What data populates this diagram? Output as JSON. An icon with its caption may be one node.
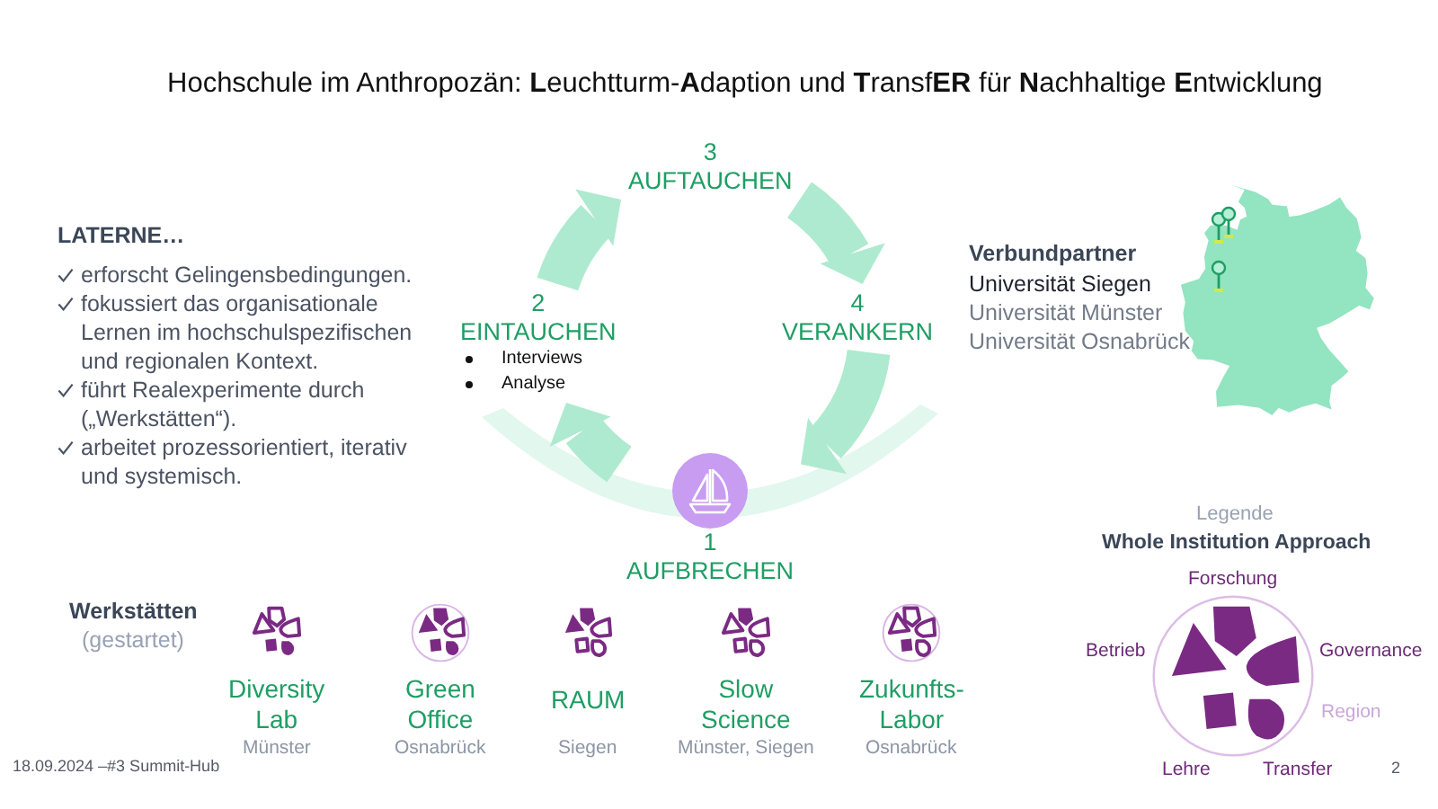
{
  "diagram": {
    "title": "Hochschule im Anthropozän: **L**euchtturm-**A**daption und **T**ransf**ER** für **N**achhaltige **E**ntwicklung",
    "nodes": [
      {
        "text": [
          "1",
          "AUFBRECHEN"
        ]
      },
      {
        "text": [
          "2",
          "EINTAUCHEN",
          "Interviews",
          "Analyse"
        ]
      },
      {
        "text": [
          "3",
          "AUFTAUCHEN"
        ]
      },
      {
        "text": [
          "4",
          "VERANKERN"
        ]
      }
    ],
    "edges": [
      {
        "from": 0,
        "to": 1,
        "arrow": "to"
      },
      {
        "from": 1,
        "to": 2,
        "arrow": "to"
      },
      {
        "from": 2,
        "to": 3,
        "arrow": "to"
      },
      {
        "from": 3,
        "to": 0,
        "arrow": "to"
      }
    ],
    "labels": [
      "LATERNE…",
      "erforscht Gelingensbedingungen.",
      "fokussiert das organisationale Lernen im hochschulspezifischen und regionalen Kontext.",
      "führt Realexperimente durch („Werkstätten“).",
      "arbeitet prozessorientiert, iterativ und systemisch.",
      "Verbundpartner",
      "Universität Siegen",
      "Universität Münster",
      "Universität Osnabrück",
      "Werkstätten",
      "(gestartet)",
      "Diversity Lab",
      "Münster",
      "Green Office",
      "Osnabrück",
      "RAUM",
      "Siegen",
      "Slow Science",
      "Münster, Siegen",
      "Zukunfts-Labor",
      "Osnabrück",
      "Legende",
      "Whole Institution Approach",
      "18.09.2024 –#3 Summit-Hub",
      "2"
    ],
    "legend": [
      {
        "text": "Forschung"
      },
      {
        "text": "Betrieb"
      },
      {
        "text": "Governance"
      },
      {
        "text": "Region"
      },
      {
        "text": "Lehre"
      },
      {
        "text": "Transfer"
      }
    ]
  }
}
